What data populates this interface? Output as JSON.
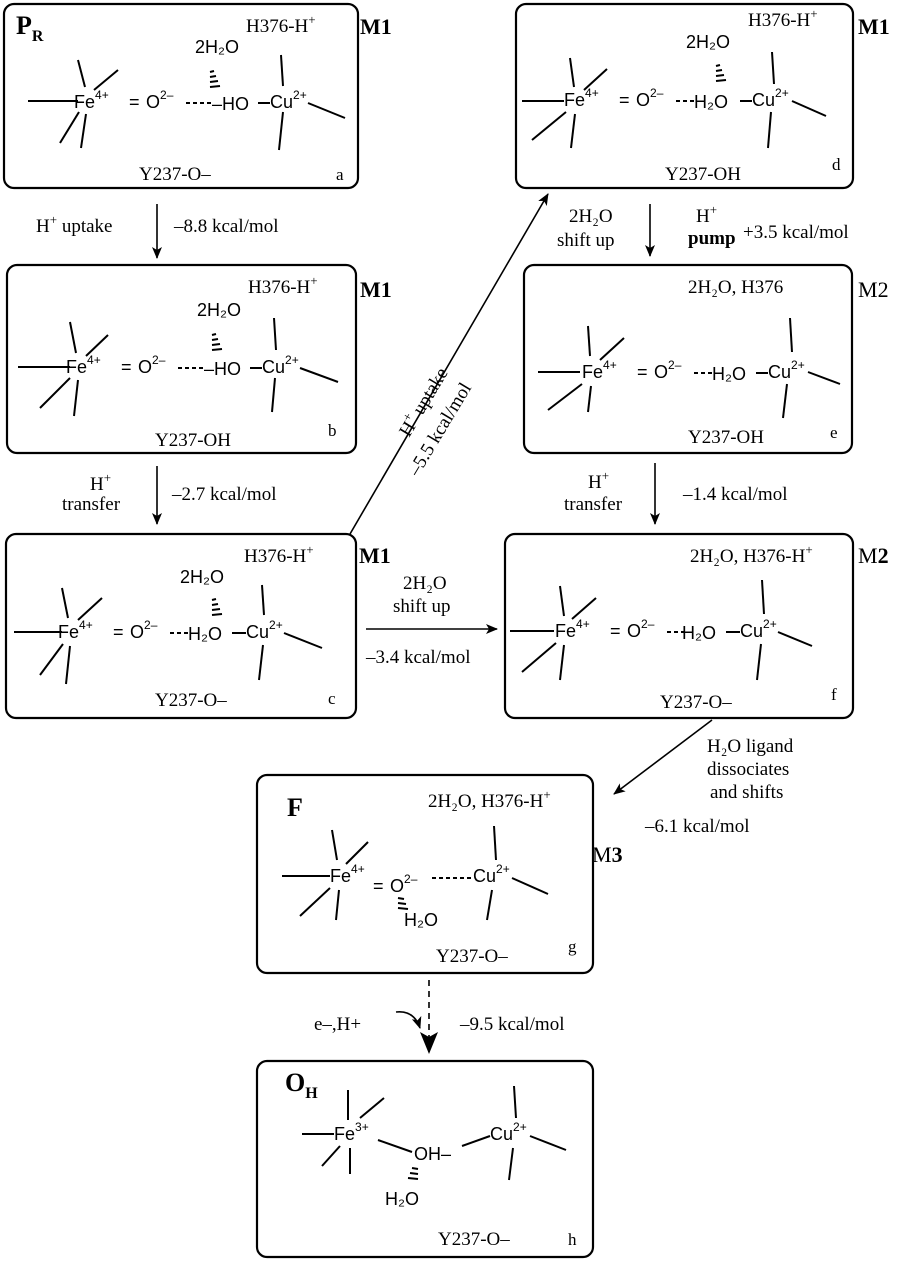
{
  "boxes": [
    {
      "id": "a",
      "name": "P",
      "name_sub": "R",
      "mode_text": "H376-H",
      "mode_sup": "+",
      "model_prefix": "M",
      "model_num": "1",
      "water": "2H₂O",
      "bridge": "–HO",
      "fe": "Fe",
      "fe_ox": "4+",
      "oxo": "O",
      "oxo_charge": "2–",
      "cu": "Cu",
      "cu_ox": "2+",
      "tyr": "Y237-O–",
      "letter": "a"
    },
    {
      "id": "b",
      "mode_text": "H376-H",
      "mode_sup": "+",
      "model_prefix": "M",
      "model_num": "1",
      "water": "2H₂O",
      "bridge": "–HO",
      "fe": "Fe",
      "fe_ox": "4+",
      "oxo": "O",
      "oxo_charge": "2–",
      "cu": "Cu",
      "cu_ox": "2+",
      "tyr": "Y237-OH",
      "letter": "b"
    },
    {
      "id": "c",
      "mode_text": "H376-H",
      "mode_sup": "+",
      "model_prefix": "M",
      "model_num": "1",
      "water": "2H₂O",
      "bridge": "H₂O",
      "fe": "Fe",
      "fe_ox": "4+",
      "oxo": "O",
      "oxo_charge": "2–",
      "cu": "Cu",
      "cu_ox": "2+",
      "tyr": "Y237-O–",
      "letter": "c"
    },
    {
      "id": "d",
      "mode_text": "H376-H",
      "mode_sup": "+",
      "model_prefix": "M",
      "model_num": "1",
      "water": "2H₂O",
      "bridge": "H₂O",
      "fe": "Fe",
      "fe_ox": "4+",
      "oxo": "O",
      "oxo_charge": "2–",
      "cu": "Cu",
      "cu_ox": "2+",
      "tyr": "Y237-OH",
      "letter": "d"
    },
    {
      "id": "e",
      "mode_text": "2H₂O, H376",
      "model_prefix": "M",
      "model_num": "2",
      "bridge": "H₂O",
      "fe": "Fe",
      "fe_ox": "4+",
      "oxo": "O",
      "oxo_charge": "2–",
      "cu": "Cu",
      "cu_ox": "2+",
      "tyr": "Y237-OH",
      "letter": "e"
    },
    {
      "id": "f",
      "mode_text": "2H₂O, H376-H",
      "mode_sup": "+",
      "model_prefix": "M",
      "model_num": "2",
      "bridge": "H₂O",
      "fe": "Fe",
      "fe_ox": "4+",
      "oxo": "O",
      "oxo_charge": "2–",
      "cu": "Cu",
      "cu_ox": "2+",
      "tyr": "Y237-O–",
      "letter": "f"
    },
    {
      "id": "g",
      "name": "F",
      "mode_text": "2H₂O, H376-H",
      "mode_sup": "+",
      "model_prefix": "M",
      "model_num": "3",
      "water": "H₂O",
      "fe": "Fe",
      "fe_ox": "4+",
      "oxo": "O",
      "oxo_charge": "2–",
      "cu": "Cu",
      "cu_ox": "2+",
      "tyr": "Y237-O–",
      "letter": "g"
    },
    {
      "id": "h",
      "name": "O",
      "name_sub": "H",
      "fe": "Fe",
      "fe_ox": "3+",
      "bridge": "OH–",
      "water": "H₂O",
      "cu": "Cu",
      "cu_ox": "2+",
      "tyr": "Y237-O–",
      "letter": "h"
    }
  ],
  "steps": {
    "ab": {
      "line1_main": "H",
      "line1_sup": "+",
      "line1_rest": " uptake",
      "energy": "–8.8 kcal/mol"
    },
    "bc": {
      "line1_main": "H",
      "line1_sup": "+",
      "line2": "transfer",
      "energy": "–2.7 kcal/mol"
    },
    "cd": {
      "line1_main": "H",
      "line1_sup": "+",
      "line1_rest": " uptake",
      "energy": "–5.5 kcal/mol"
    },
    "cf": {
      "line1": "2H₂O",
      "line2": "shift up",
      "energy": "–3.4 kcal/mol"
    },
    "de": {
      "line1": "2H₂O",
      "line2": "shift up",
      "line3_main": "H",
      "line3_sup": "+",
      "line4": "pump",
      "energy": "+3.5 kcal/mol"
    },
    "ef": {
      "line1_main": "H",
      "line1_sup": "+",
      "line2": "transfer",
      "energy": "–1.4 kcal/mol"
    },
    "fg": {
      "line1": "H₂O ligand",
      "line2": "dissociates",
      "line3": "and shifts",
      "energy": "–6.1 kcal/mol"
    },
    "gh": {
      "reagent": "e–,H+",
      "energy": "–9.5 kcal/mol"
    }
  }
}
